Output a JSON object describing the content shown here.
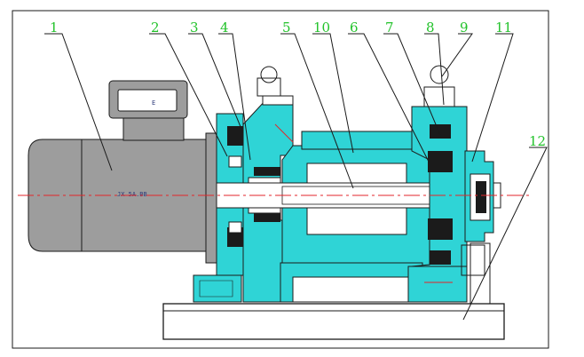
{
  "diagram": {
    "labels": [
      "1",
      "2",
      "3",
      "4",
      "5",
      "10",
      "6",
      "7",
      "8",
      "9",
      "11",
      "12"
    ],
    "motor_box_text": "E",
    "nameplate_text": "JX 5A.BB",
    "colors": {
      "casing": "#2fd4d6",
      "motor": "#9d9d9d",
      "label": "#22c22a",
      "centerline": "#e3262b",
      "line": "#1a1a1a"
    }
  }
}
